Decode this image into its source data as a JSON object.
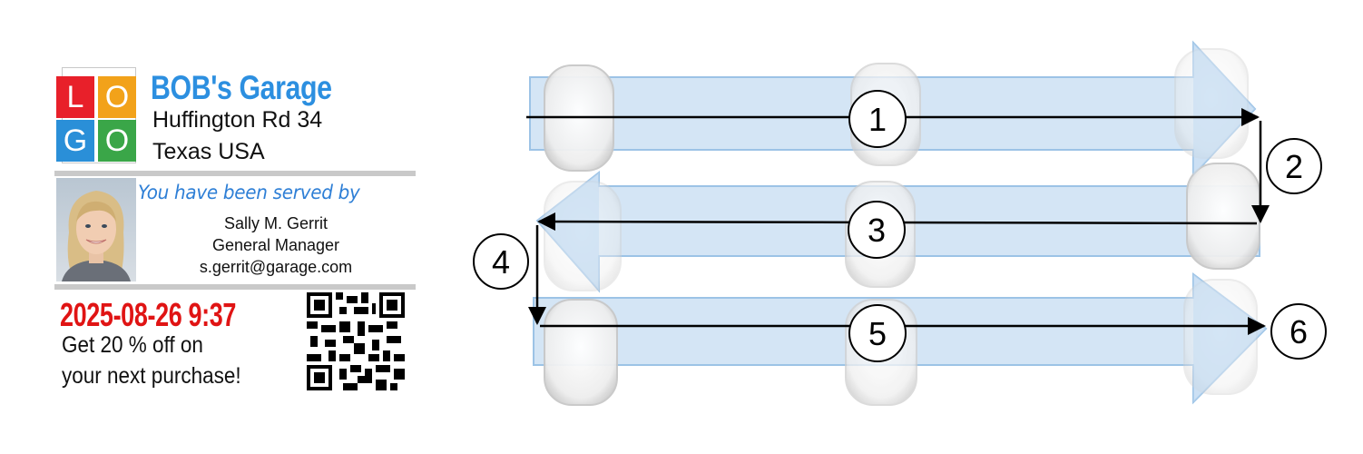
{
  "card": {
    "logo_letters": [
      "L",
      "O",
      "G",
      "O"
    ],
    "company_name": "BOB's Garage",
    "address_line1": "Huffington Rd 34",
    "address_line2": "Texas USA",
    "served_by": "You have been served by",
    "staff_name": "Sally M. Gerrit",
    "staff_title": "General Manager",
    "staff_email": "s.gerrit@garage.com",
    "timestamp": "2025-08-26 9:37",
    "promo_line1": "Get 20 % off on",
    "promo_line2": "your next purchase!",
    "colors": {
      "logo_red": "#e8202a",
      "logo_orange": "#f2a21a",
      "logo_blue": "#2a8fd8",
      "logo_green": "#3aa648",
      "company": "#2c8fe0",
      "timestamp": "#e01414"
    }
  },
  "diagram": {
    "steps": [
      "1",
      "2",
      "3",
      "4",
      "5",
      "6"
    ],
    "colors": {
      "lane_fill": "#c5dcf2",
      "lane_stroke": "#9cc3e6",
      "path": "#000000"
    }
  }
}
